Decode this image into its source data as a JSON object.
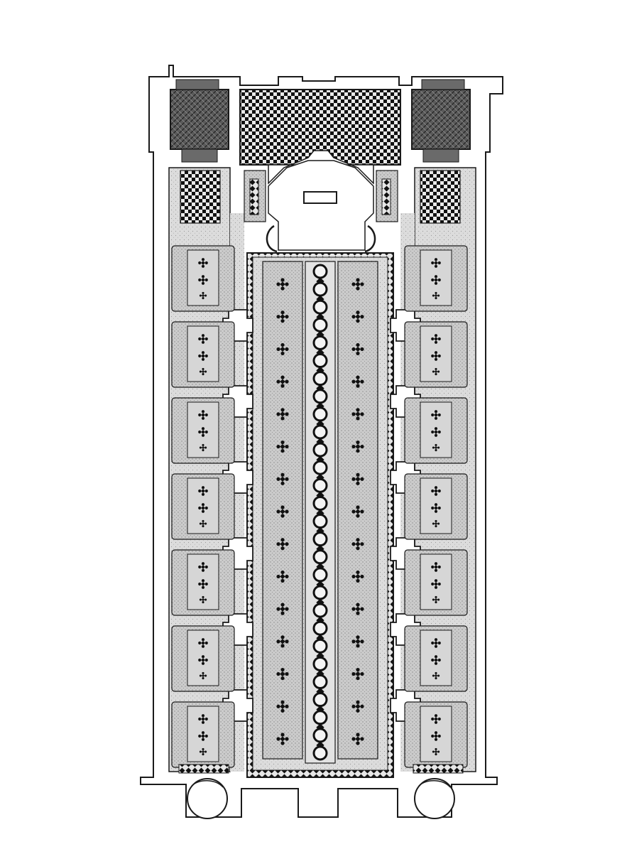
{
  "plan": {
    "colors": {
      "background": "#ffffff",
      "wall_line": "#1a1a1a",
      "floor_fill": "#dcdcdc",
      "aisle_fill": "#cfcfcf",
      "tower_fill": "#555555",
      "portico_fill": "#3a3a3a",
      "mosaic_dark": "#111111",
      "mosaic_light": "#e9e9e9",
      "panel_fill": "#c4c4c4",
      "cross_color": "#111111"
    },
    "icons": {
      "floor_motif": "cross-ornament-icon",
      "circle_motif": "ring-ornament-icon"
    },
    "counts": {
      "nave_panels_per_row": 15,
      "aisle_bays_per_side": 7,
      "central_strip_rings": 28
    }
  }
}
